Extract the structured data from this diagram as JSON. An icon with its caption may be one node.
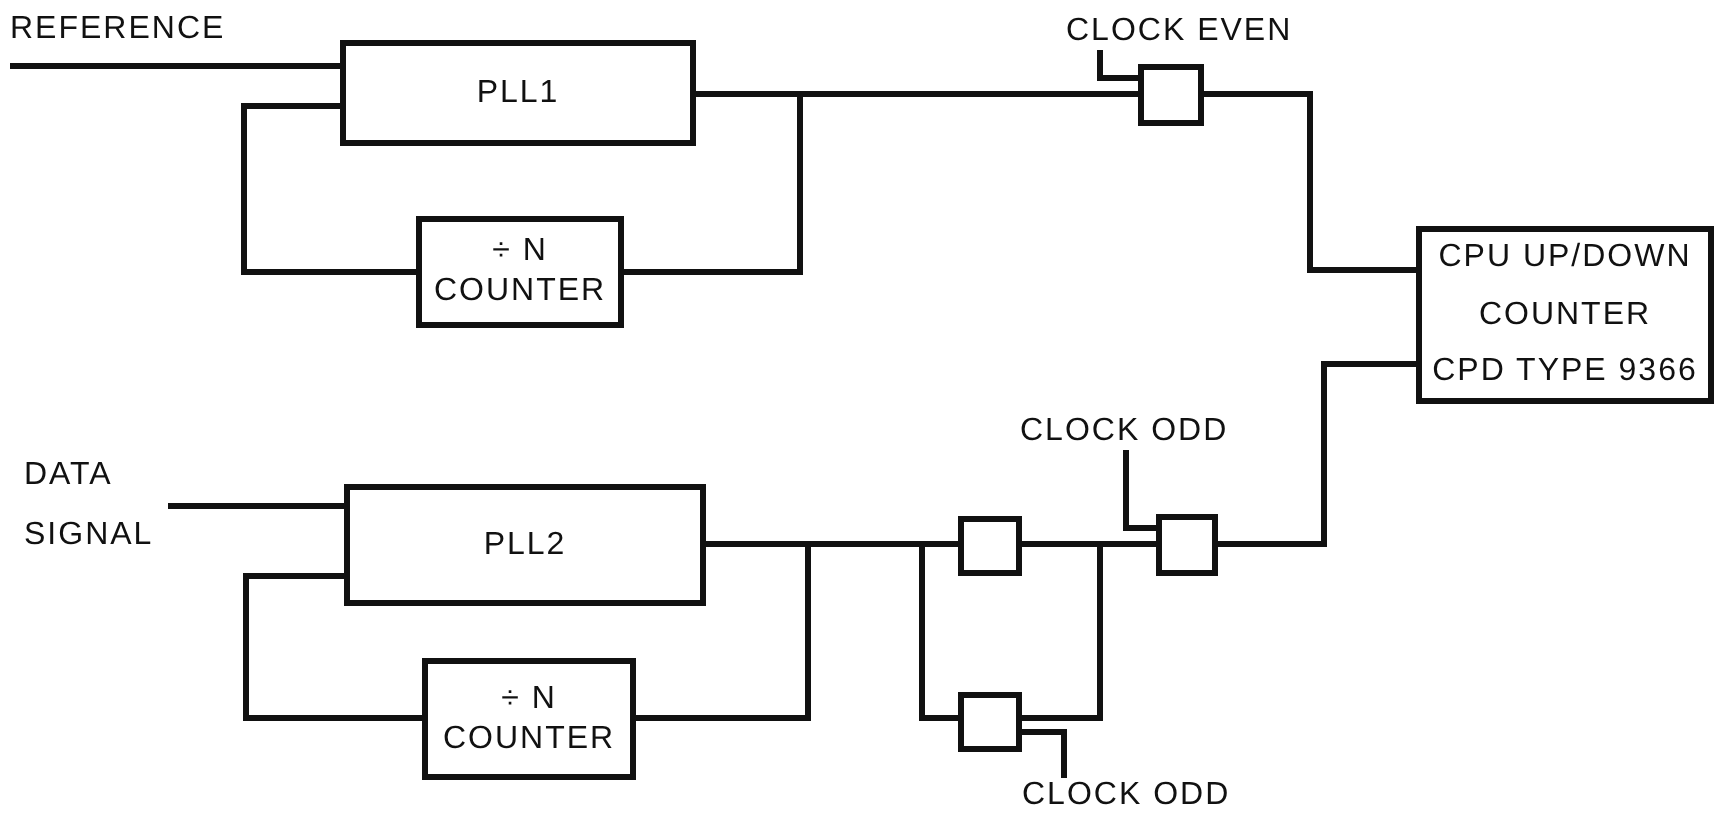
{
  "diagram": {
    "nodes": [
      {
        "text": [
          "REFERENCE"
        ]
      },
      {
        "text": [
          "PLL1"
        ]
      },
      {
        "text": [
          "÷ N COUNTER"
        ]
      },
      {
        "text": [
          "CLOCK EVEN"
        ]
      },
      {
        "text": [],
        "shape": "box"
      },
      {
        "text": [
          "CPU UP/DOWN",
          "COUNTER",
          "CPD TYPE 9366"
        ]
      },
      {
        "text": [
          "DATA SIGNAL"
        ]
      },
      {
        "text": [
          "PLL2"
        ]
      },
      {
        "text": [
          "÷ N COUNTER"
        ]
      },
      {
        "text": [],
        "shape": "box"
      },
      {
        "text": [],
        "shape": "box"
      },
      {
        "text": [
          "CLOCK ODD"
        ]
      },
      {
        "text": [],
        "shape": "box"
      },
      {
        "text": [
          "CLOCK ODD"
        ]
      }
    ],
    "edges": [
      {
        "from": 0,
        "to": 1,
        "arrow": "none"
      },
      {
        "from": 1,
        "to": 2,
        "arrow": "none"
      },
      {
        "from": 1,
        "to": 4,
        "arrow": "none"
      },
      {
        "from": 1,
        "to": 2,
        "arrow": "none"
      },
      {
        "from": 3,
        "to": 4,
        "arrow": "none"
      },
      {
        "from": 4,
        "to": 5,
        "arrow": "none"
      },
      {
        "from": 6,
        "to": 7,
        "arrow": "none"
      },
      {
        "from": 7,
        "to": 8,
        "arrow": "none"
      },
      {
        "from": 7,
        "to": 8,
        "arrow": "none"
      },
      {
        "from": 7,
        "to": 9,
        "arrow": "none"
      },
      {
        "from": 7,
        "to": 10,
        "arrow": "none"
      },
      {
        "from": 9,
        "to": 12,
        "arrow": "none"
      },
      {
        "from": 10,
        "to": 12,
        "arrow": "none"
      },
      {
        "from": 11,
        "to": 12,
        "arrow": "none"
      },
      {
        "from": 13,
        "to": 10,
        "arrow": "none"
      },
      {
        "from": 12,
        "to": 5,
        "arrow": "none"
      }
    ]
  }
}
